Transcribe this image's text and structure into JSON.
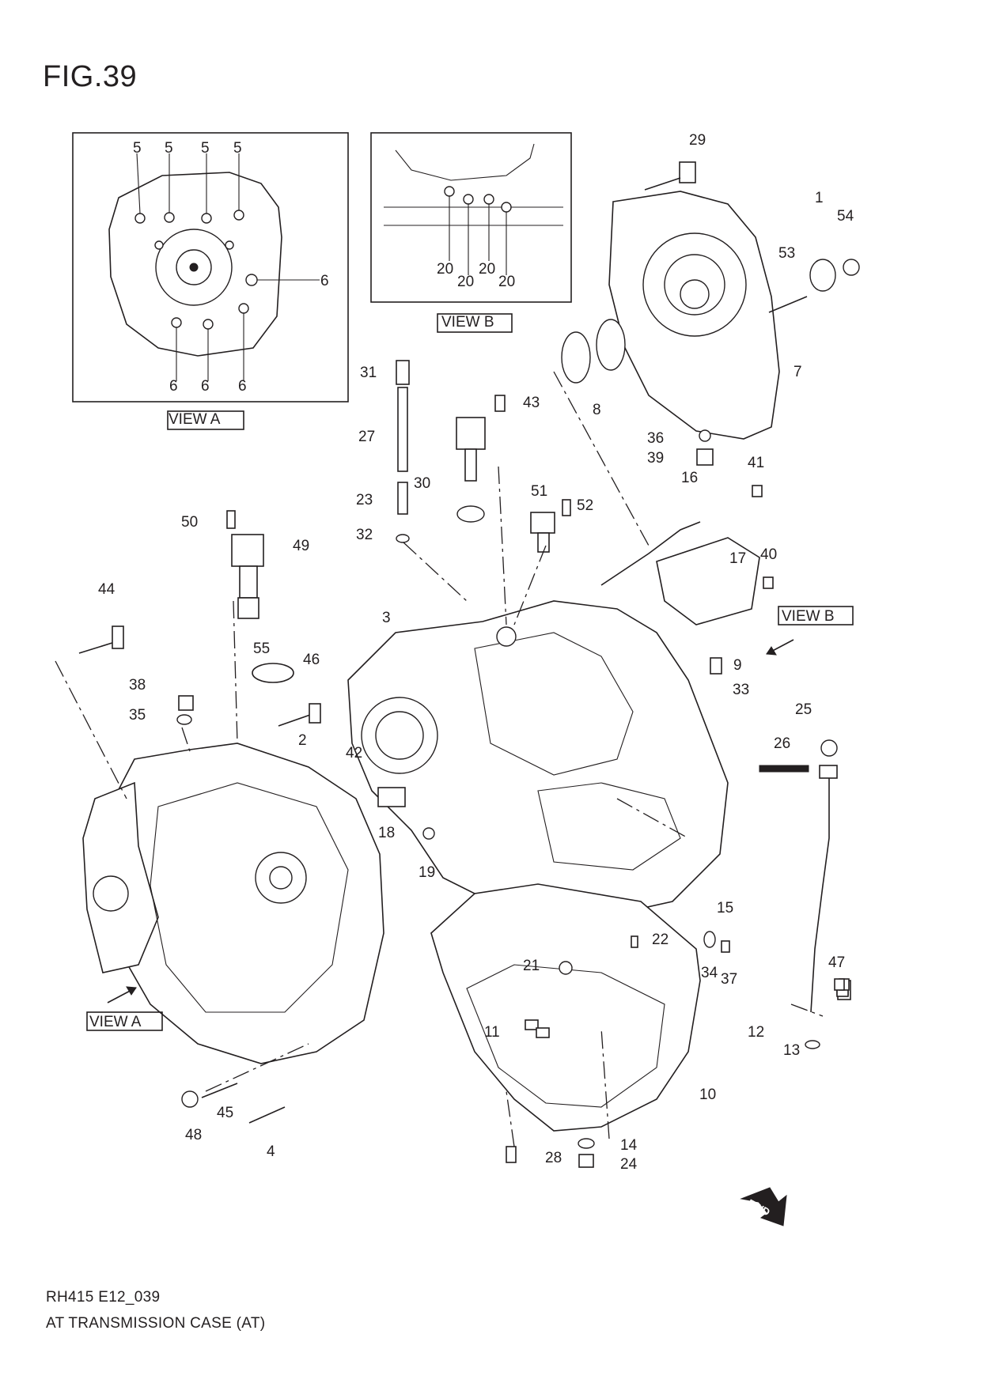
{
  "figure": {
    "title": "FIG.39",
    "code": "RH415 E12_039",
    "caption": "AT TRANSMISSION CASE (AT)"
  },
  "views": {
    "view_a": "VIEW A",
    "view_b": "VIEW B"
  },
  "fwd_label": "FWD",
  "callouts": {
    "c1": "1",
    "c2": "2",
    "c3": "3",
    "c4": "4",
    "c5": "5",
    "c6": "6",
    "c7": "7",
    "c8": "8",
    "c9": "9",
    "c10": "10",
    "c11": "11",
    "c12": "12",
    "c13": "13",
    "c14": "14",
    "c15": "15",
    "c16": "16",
    "c17": "17",
    "c18": "18",
    "c19": "19",
    "c20": "20",
    "c21": "21",
    "c22": "22",
    "c23": "23",
    "c24": "24",
    "c25": "25",
    "c26": "26",
    "c27": "27",
    "c28": "28",
    "c29": "29",
    "c30": "30",
    "c31": "31",
    "c32": "32",
    "c33": "33",
    "c34": "34",
    "c35": "35",
    "c36": "36",
    "c37": "37",
    "c38": "38",
    "c39": "39",
    "c40": "40",
    "c41": "41",
    "c42": "42",
    "c43": "43",
    "c44": "44",
    "c45": "45",
    "c46": "46",
    "c47": "47",
    "c48": "48",
    "c49": "49",
    "c50": "50",
    "c51": "51",
    "c52": "52",
    "c53": "53",
    "c54": "54",
    "c55": "55"
  }
}
